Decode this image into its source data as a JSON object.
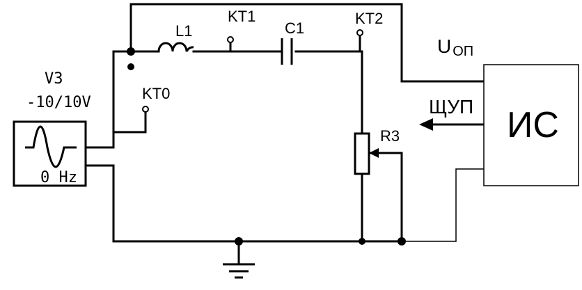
{
  "labels": {
    "source_name": "V3",
    "source_range": "-10/10V",
    "source_freq": "0 Hz",
    "inductor": "L1",
    "capacitor": "C1",
    "kt0": "KT0",
    "kt1": "KT1",
    "kt2": "KT2",
    "resistor": "R3",
    "u_main": "U",
    "u_sub": "ОП",
    "probe": "ЩУП",
    "device": "ИС"
  }
}
